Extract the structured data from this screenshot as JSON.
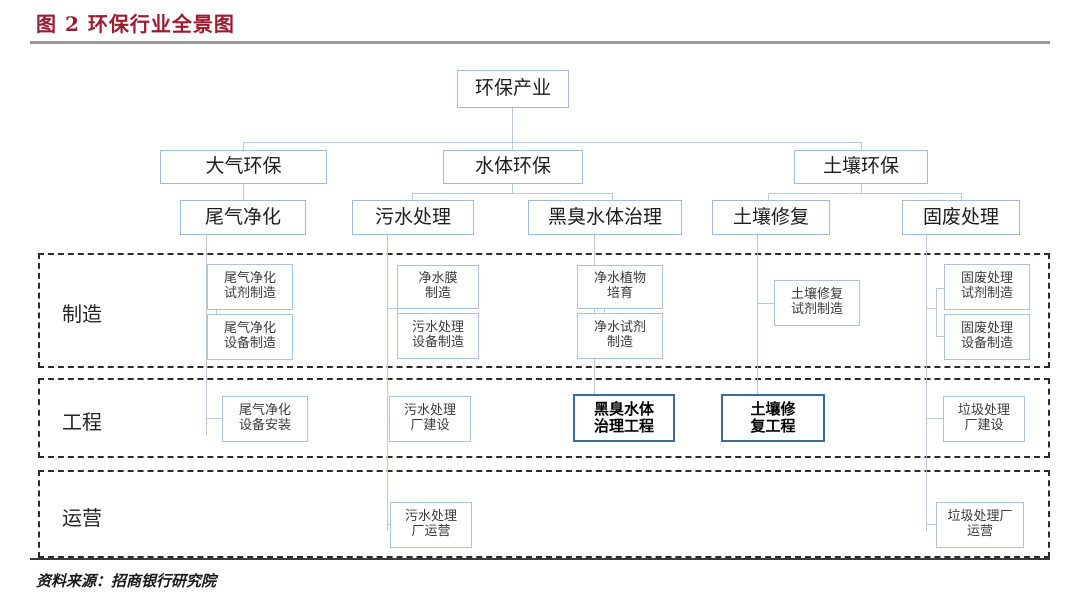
{
  "figure": {
    "title": "图 2  环保行业全景图",
    "source": "资料来源：招商银行研究院",
    "accent_color": "#9b1b30",
    "box_border_color": "#9fbcd6",
    "highlight_border_color": "#3b6d96",
    "connector_color": "#b6cbdd"
  },
  "hierarchy": {
    "root": {
      "label": "环保产业"
    },
    "level2": [
      {
        "label": "大气环保"
      },
      {
        "label": "水体环保"
      },
      {
        "label": "土壤环保"
      }
    ],
    "level3": [
      {
        "label": "尾气净化",
        "parent": "大气环保"
      },
      {
        "label": "污水处理",
        "parent": "水体环保"
      },
      {
        "label": "黑臭水体治理",
        "parent": "水体环保"
      },
      {
        "label": "土壤修复",
        "parent": "土壤环保"
      },
      {
        "label": "固废处理",
        "parent": "土壤环保"
      }
    ]
  },
  "bands": [
    {
      "id": "manufacturing",
      "label": "制造"
    },
    {
      "id": "engineering",
      "label": "工程"
    },
    {
      "id": "operations",
      "label": "运营"
    }
  ],
  "leaves": {
    "manufacturing": [
      {
        "label": "尾气净化\n试剂制造",
        "chain": "尾气净化",
        "highlight": false
      },
      {
        "label": "尾气净化\n设备制造",
        "chain": "尾气净化",
        "highlight": false
      },
      {
        "label": "净水膜\n制造",
        "chain": "污水处理",
        "highlight": false
      },
      {
        "label": "污水处理\n设备制造",
        "chain": "污水处理",
        "highlight": false
      },
      {
        "label": "净水植物\n培育",
        "chain": "黑臭水体治理",
        "highlight": false
      },
      {
        "label": "净水试剂\n制造",
        "chain": "黑臭水体治理",
        "highlight": false
      },
      {
        "label": "土壤修复\n试剂制造",
        "chain": "土壤修复",
        "highlight": false
      },
      {
        "label": "固废处理\n试剂制造",
        "chain": "固废处理",
        "highlight": false
      },
      {
        "label": "固废处理\n设备制造",
        "chain": "固废处理",
        "highlight": false
      }
    ],
    "engineering": [
      {
        "label": "尾气净化\n设备安装",
        "chain": "尾气净化",
        "highlight": false
      },
      {
        "label": "污水处理\n厂建设",
        "chain": "污水处理",
        "highlight": false
      },
      {
        "label": "黑臭水体\n治理工程",
        "chain": "黑臭水体治理",
        "highlight": true
      },
      {
        "label": "土壤修\n复工程",
        "chain": "土壤修复",
        "highlight": true
      },
      {
        "label": "垃圾处理\n厂建设",
        "chain": "固废处理",
        "highlight": false
      }
    ],
    "operations": [
      {
        "label": "污水处理\n厂运营",
        "chain": "污水处理",
        "highlight": false
      },
      {
        "label": "垃圾处理厂\n运营",
        "chain": "固废处理",
        "highlight": false
      }
    ]
  }
}
